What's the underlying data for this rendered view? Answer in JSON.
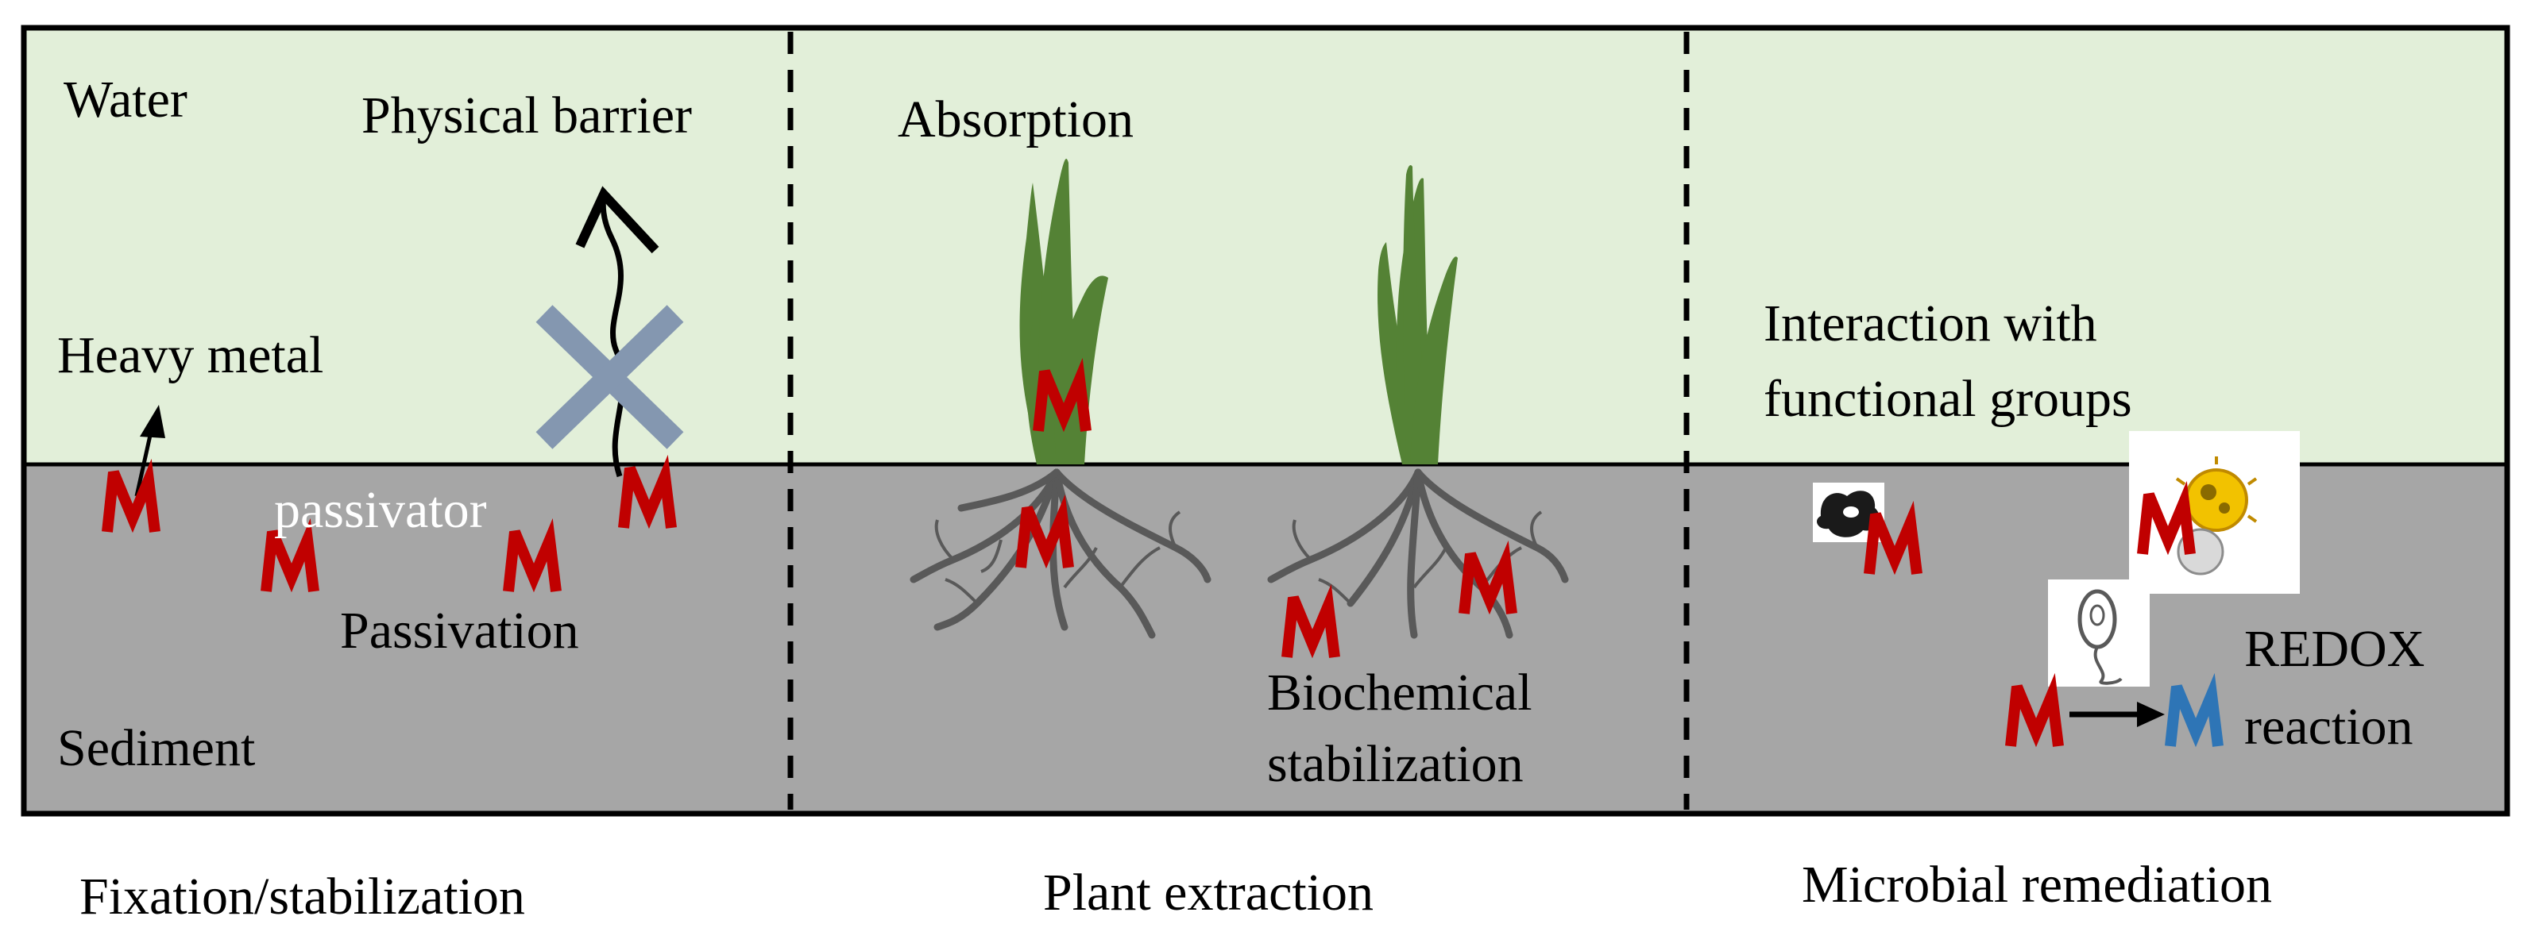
{
  "colors": {
    "water": "#e2efd9",
    "sediment": "#a6a6a6",
    "metal_red": "#c00000",
    "metal_blue": "#2e75b6",
    "plant_green": "#548235",
    "root_gray": "#595959",
    "cross_blue_gray": "#8497b0"
  },
  "labels": {
    "water": "Water",
    "sediment": "Sediment",
    "physical_barrier": "Physical barrier",
    "heavy_metal": "Heavy metal",
    "passivator": "passivator",
    "passivation": "Passivation",
    "absorption": "Absorption",
    "biochemical_1": "Biochemical",
    "biochemical_2": "stabilization",
    "interaction_1": "Interaction with",
    "interaction_2": "functional groups",
    "redox_1": "REDOX",
    "redox_2": "reaction"
  },
  "captions": {
    "fixation": "Fixation/stabilization",
    "plant": "Plant extraction",
    "microbial": "Microbial remediation"
  },
  "metal_symbol": "M"
}
